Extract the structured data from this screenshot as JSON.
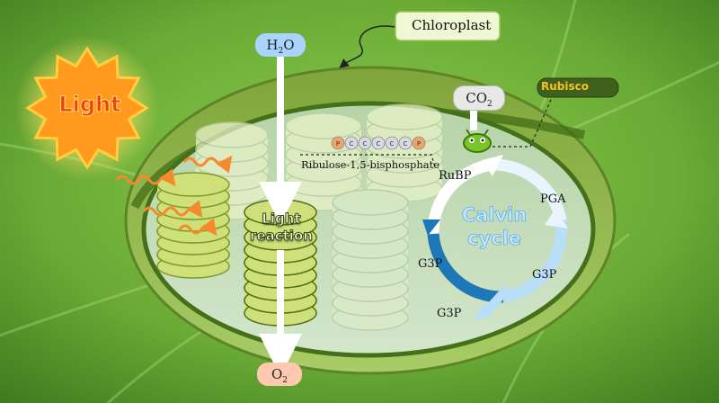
{
  "labels": {
    "chloroplast": "Chloroplast",
    "light": "Light",
    "h2o": "H",
    "h2o_sub": "2",
    "h2o_tail": "O",
    "co2": "CO",
    "co2_sub": "2",
    "o2": "O",
    "o2_sub": "2",
    "rubisco": "Rubisco",
    "rubp_full": "Ribulose-1,5-bisphosphate",
    "light_reaction_line1": "Light",
    "light_reaction_line2": "reaction",
    "calvin_line1": "Calvin",
    "calvin_line2": "cycle",
    "rubp": "RuBP",
    "pga": "PGA",
    "g3p_left": "G3P",
    "g3p_right": "G3P",
    "g3p_out": "G3P"
  },
  "rubp_beads": [
    "P",
    "C",
    "C",
    "C",
    "C",
    "C",
    "P"
  ],
  "colors": {
    "background": "#6fb23c",
    "chloroplast_outer": "#9cc45a",
    "stroma": "#c6dcc0",
    "thylakoid_light": "#e9f2c8",
    "thylakoid_active": "#cfe07a",
    "h2o_pill": "#a8d4ff",
    "co2_pill": "#e8e8e8",
    "o2_pill": "#ffc9b0",
    "sun": "#ff9a1e",
    "calvin_text": "#bfe6ff",
    "rubisco_text": "#f7c21a",
    "phosphate_bead": "#f0a566",
    "carbon_bead": "#d9d9e3"
  },
  "icons": [
    "sun-icon",
    "photon-wave-icon",
    "rubisco-enzyme-icon",
    "calvin-cycle-arrow-icon",
    "leader-arrow-icon"
  ]
}
